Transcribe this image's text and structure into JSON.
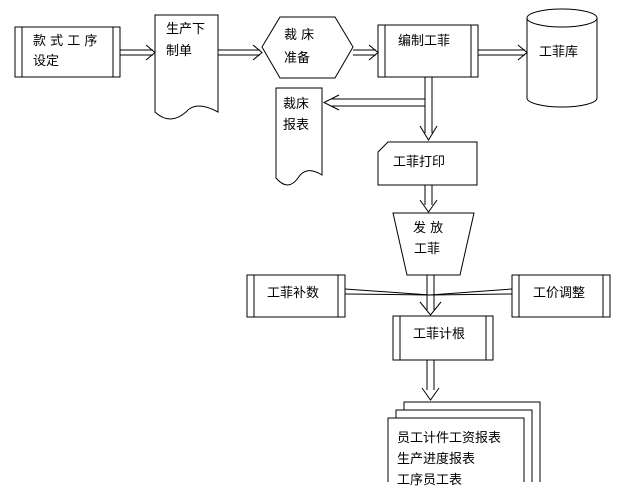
{
  "nodes": {
    "style_process_setup": {
      "line1": "款 式 工 序",
      "line2": "设定"
    },
    "production_order": {
      "line1": "生产下",
      "line2": "制单"
    },
    "cutting_prep": {
      "line1": "裁 床",
      "line2": "准备"
    },
    "compile_tickets": {
      "label": "编制工菲"
    },
    "ticket_library": {
      "label": "工菲库"
    },
    "cutting_report": {
      "line1": "裁床",
      "line2": "报表"
    },
    "ticket_print": {
      "label": "工菲打印"
    },
    "issue_tickets": {
      "line1": "发 放",
      "line2": "工菲"
    },
    "ticket_supplement": {
      "label": "工菲补数"
    },
    "wage_adjust": {
      "label": "工价调整"
    },
    "ticket_count": {
      "label": "工菲计根"
    },
    "reports": {
      "line1": "员工计件工资报表",
      "line2": "生产进度报表",
      "line3": "工序员工表"
    }
  },
  "colors": {
    "stroke": "#000000",
    "fill": "#ffffff"
  }
}
